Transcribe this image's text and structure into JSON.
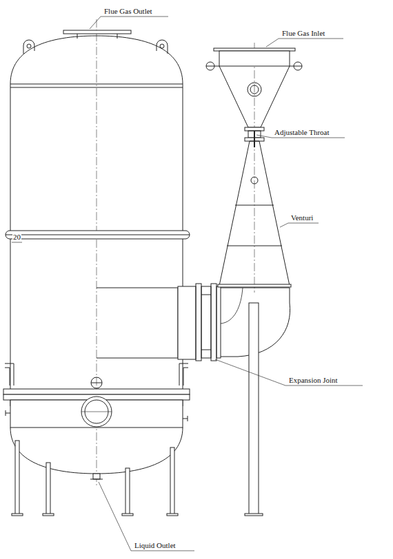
{
  "diagram": {
    "labels": [
      "Flue Gas Outlet",
      "Flue Gas Inlet",
      "Adjustable Throat",
      "Venturi",
      "Expansion Joint",
      "20",
      "Liquid Outlet"
    ]
  }
}
